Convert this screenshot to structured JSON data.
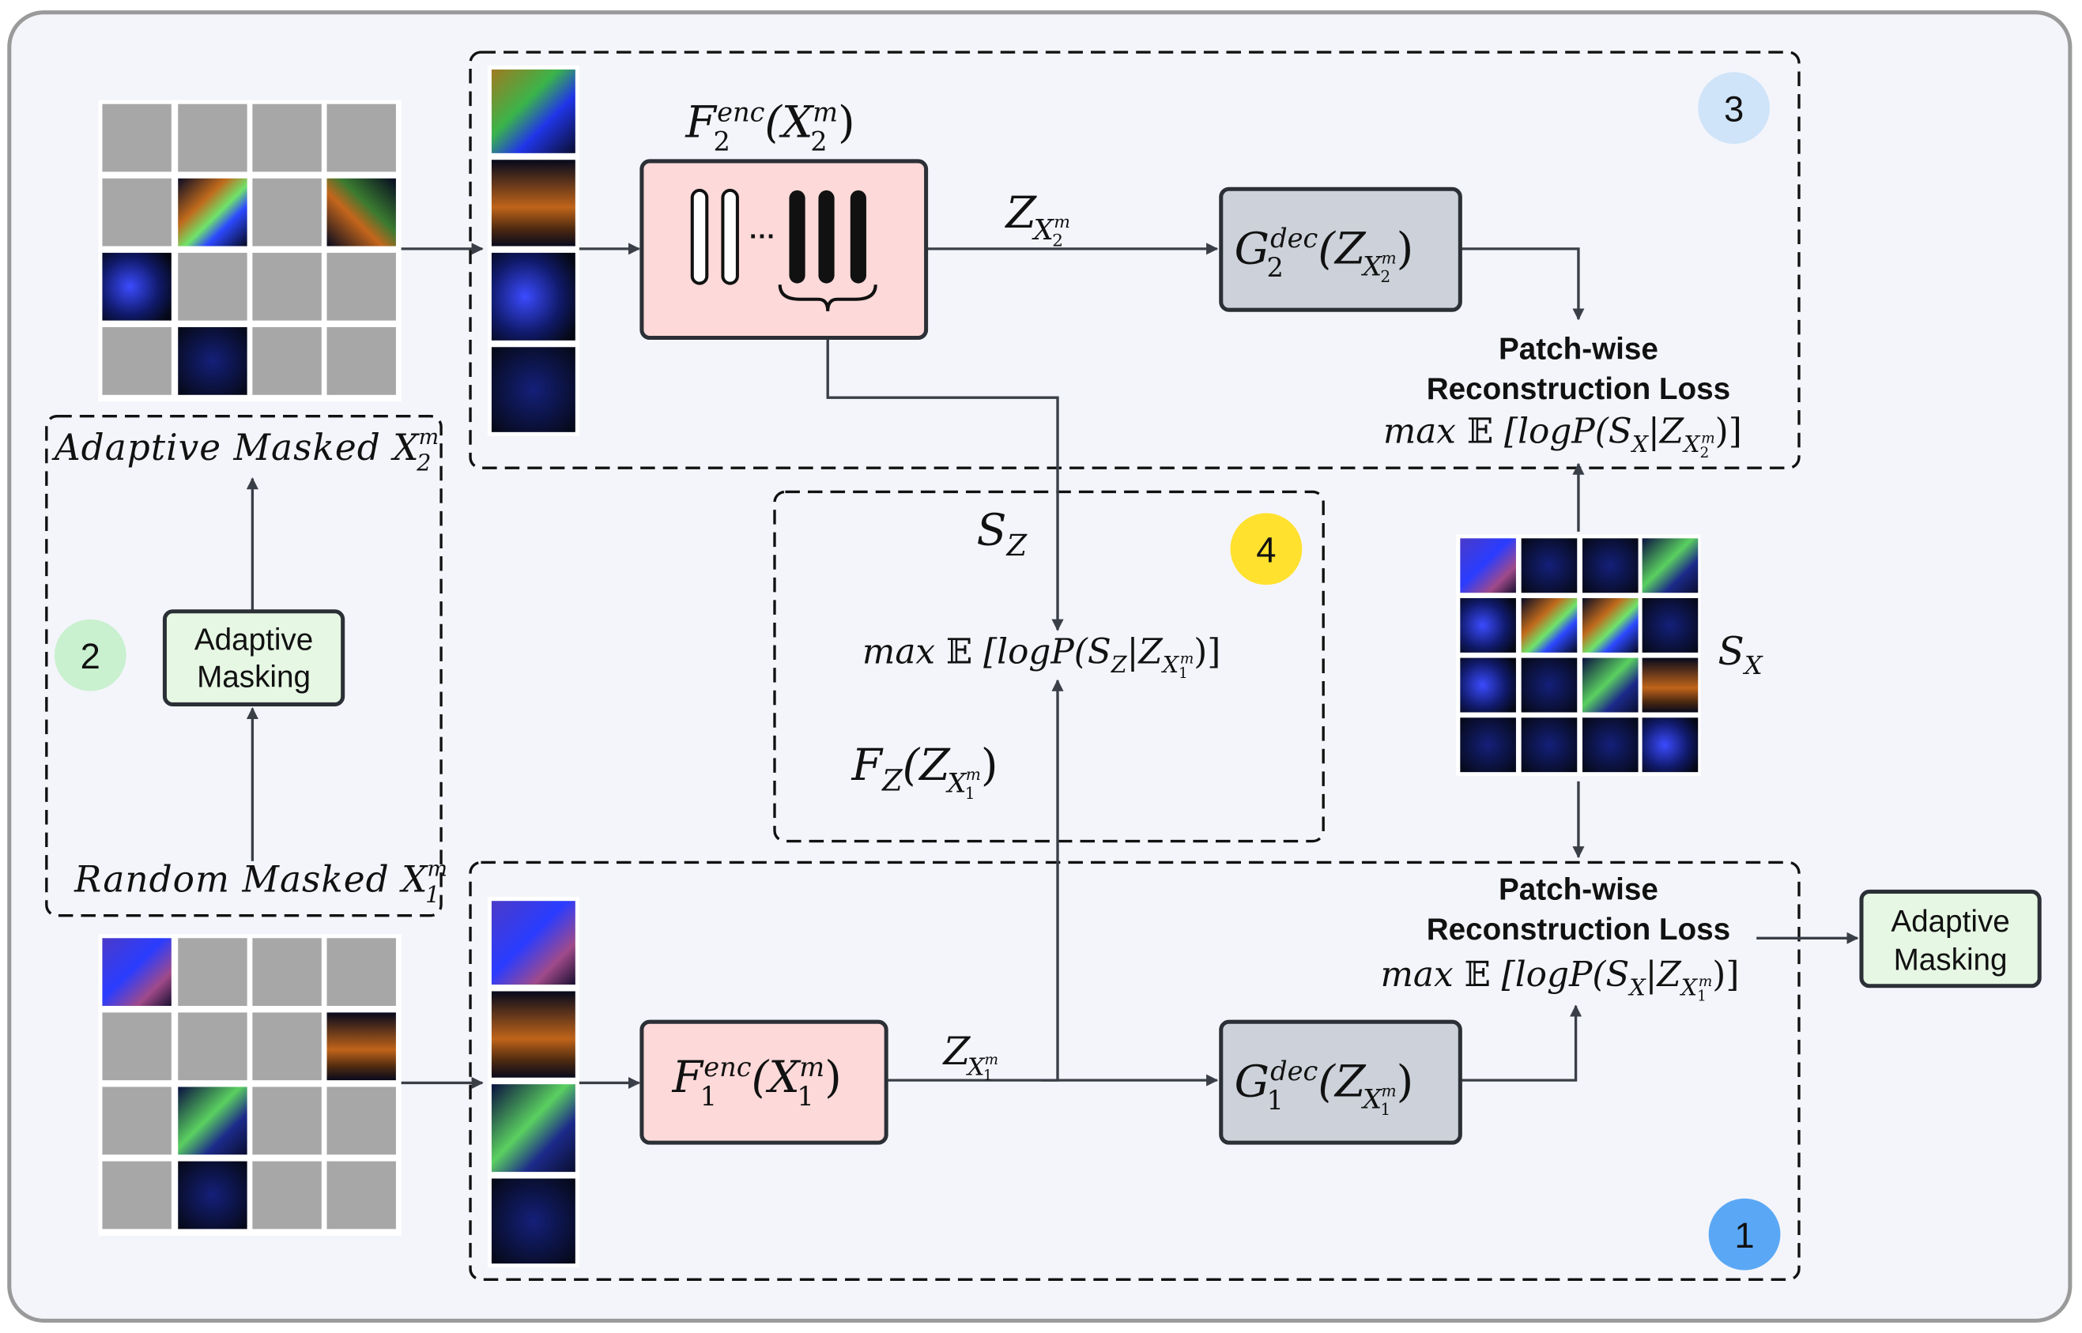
{
  "badges": {
    "b1": "1",
    "b2": "2",
    "b3": "3",
    "b4": "4"
  },
  "left_panel": {
    "adaptive_masked_label": "Adaptive Masked ",
    "adaptive_masked_var": "X",
    "adaptive_masked_sub": "2",
    "adaptive_masked_sup": "m",
    "random_masked_label": "Random Masked ",
    "random_masked_var": "X",
    "random_masked_sub": "1",
    "random_masked_sup": "m",
    "adaptive_masking_line1": "Adaptive",
    "adaptive_masking_line2": "Masking"
  },
  "top_branch": {
    "encoder_F": "F",
    "encoder_sub": "2",
    "encoder_sup": "enc",
    "encoder_arg": "(X",
    "encoder_arg_sub": "2",
    "encoder_arg_sup": "m",
    "encoder_close": ")",
    "latent_Z": "Z",
    "latent_sub": "X",
    "latent_subsub": "2",
    "latent_subsup": "m",
    "decoder_G": "G",
    "decoder_sub": "2",
    "decoder_sup": "dec",
    "decoder_arg": "(Z",
    "decoder_arg_sub": "X",
    "decoder_arg_subsub": "2",
    "decoder_arg_subsup": "m",
    "decoder_close": ")",
    "loss_line1": "Patch-wise",
    "loss_line2": "Reconstruction Loss",
    "loss_formula_max": "max ",
    "loss_formula_E": "𝔼",
    "loss_formula_body": " [logP(S",
    "loss_formula_S_sub": "X",
    "loss_formula_bar": "|Z",
    "loss_formula_Z_sub": "X",
    "loss_formula_Z_subsub": "2",
    "loss_formula_Z_subsup": "m",
    "loss_formula_close": ")]"
  },
  "bottom_branch": {
    "encoder_F": "F",
    "encoder_sub": "1",
    "encoder_sup": "enc",
    "encoder_arg": "(X",
    "encoder_arg_sub": "1",
    "encoder_arg_sup": "m",
    "encoder_close": ")",
    "latent_Z": "Z",
    "latent_sub": "X",
    "latent_subsub": "1",
    "latent_subsup": "m",
    "decoder_G": "G",
    "decoder_sub": "1",
    "decoder_sup": "dec",
    "decoder_arg": "(Z",
    "decoder_arg_sub": "X",
    "decoder_arg_subsub": "1",
    "decoder_arg_subsup": "m",
    "decoder_close": ")",
    "loss_line1": "Patch-wise",
    "loss_line2": "Reconstruction Loss",
    "loss_formula_max": "max ",
    "loss_formula_E": "𝔼",
    "loss_formula_body": " [logP(S",
    "loss_formula_S_sub": "X",
    "loss_formula_bar": "|Z",
    "loss_formula_Z_sub": "X",
    "loss_formula_Z_subsub": "1",
    "loss_formula_Z_subsup": "m",
    "loss_formula_close": ")]",
    "adaptive_masking_line1": "Adaptive",
    "adaptive_masking_line2": "Masking"
  },
  "middle_panel": {
    "sz_S": "S",
    "sz_sub": "Z",
    "formula_max": "max ",
    "formula_E": "𝔼",
    "formula_body": " [logP(S",
    "formula_S_sub": "Z",
    "formula_bar": "|Z",
    "formula_Z_sub": "X",
    "formula_Z_subsub": "1",
    "formula_Z_subsup": "m",
    "formula_close": ")]",
    "fz_F": "F",
    "fz_sub": "Z",
    "fz_arg": "(Z",
    "fz_arg_sub": "X",
    "fz_arg_subsub": "1",
    "fz_arg_subsup": "m",
    "fz_close": ")"
  },
  "sx_label": {
    "S": "S",
    "sub": "X"
  },
  "encoder_icon": {
    "dots": "···"
  },
  "colors": {
    "background": "#f4f5fb",
    "outer_border": "#9a9a9a",
    "encoder_fill": "#fdd9d9",
    "decoder_fill": "#cdd2da",
    "masking_fill": "#e6f7e4",
    "badge1": "#5aa8f5",
    "badge2": "#c9f0cf",
    "badge3": "#cfe4f8",
    "badge4": "#ffe12e",
    "mask_gray": "#a7a7a7"
  }
}
